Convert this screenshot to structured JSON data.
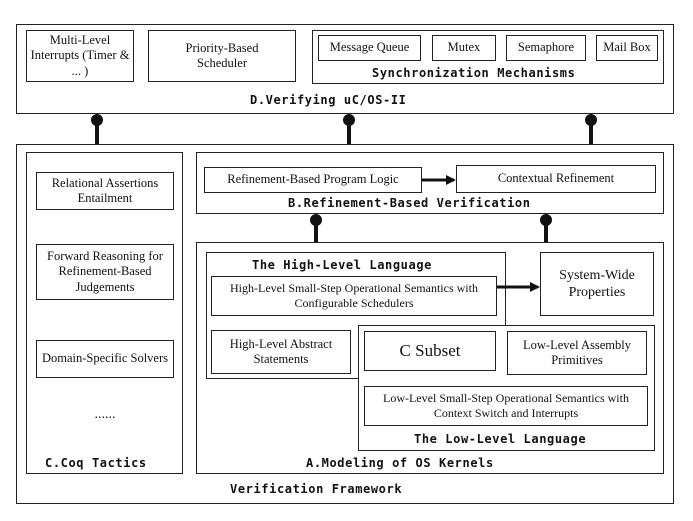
{
  "top": {
    "interrupts": "Multi-Level Interrupts (Timer & ... )",
    "scheduler": "Priority-Based Scheduler",
    "sync": {
      "items": [
        "Message Queue",
        "Mutex",
        "Semaphore",
        "Mail Box"
      ],
      "title": "Synchronization Mechanisms"
    },
    "title": "D.Verifying uC/OS-II"
  },
  "tactics": {
    "items": [
      "Relational Assertions Entailment",
      "Forward Reasoning for Refinement-Based Judgements",
      "Domain-Specific Solvers"
    ],
    "ellipsis": "......",
    "title": "C.Coq Tactics"
  },
  "refinement": {
    "logic": "Refinement-Based Program Logic",
    "contextual": "Contextual Refinement",
    "title": "B.Refinement-Based Verification"
  },
  "modeling": {
    "high_title": "The High-Level Language",
    "high_semantics": "High-Level Small-Step Operational Semantics with Configurable Schedulers",
    "system_wide": "System-Wide Properties",
    "abstract_statements": "High-Level Abstract Statements",
    "c_subset": "C Subset",
    "assembly": "Low-Level Assembly Primitives",
    "low_semantics": "Low-Level Small-Step Operational Semantics with  Context Switch and Interrupts",
    "low_title": "The Low-Level Language",
    "title": "A.Modeling of OS Kernels"
  },
  "framework_title": "Verification Framework"
}
